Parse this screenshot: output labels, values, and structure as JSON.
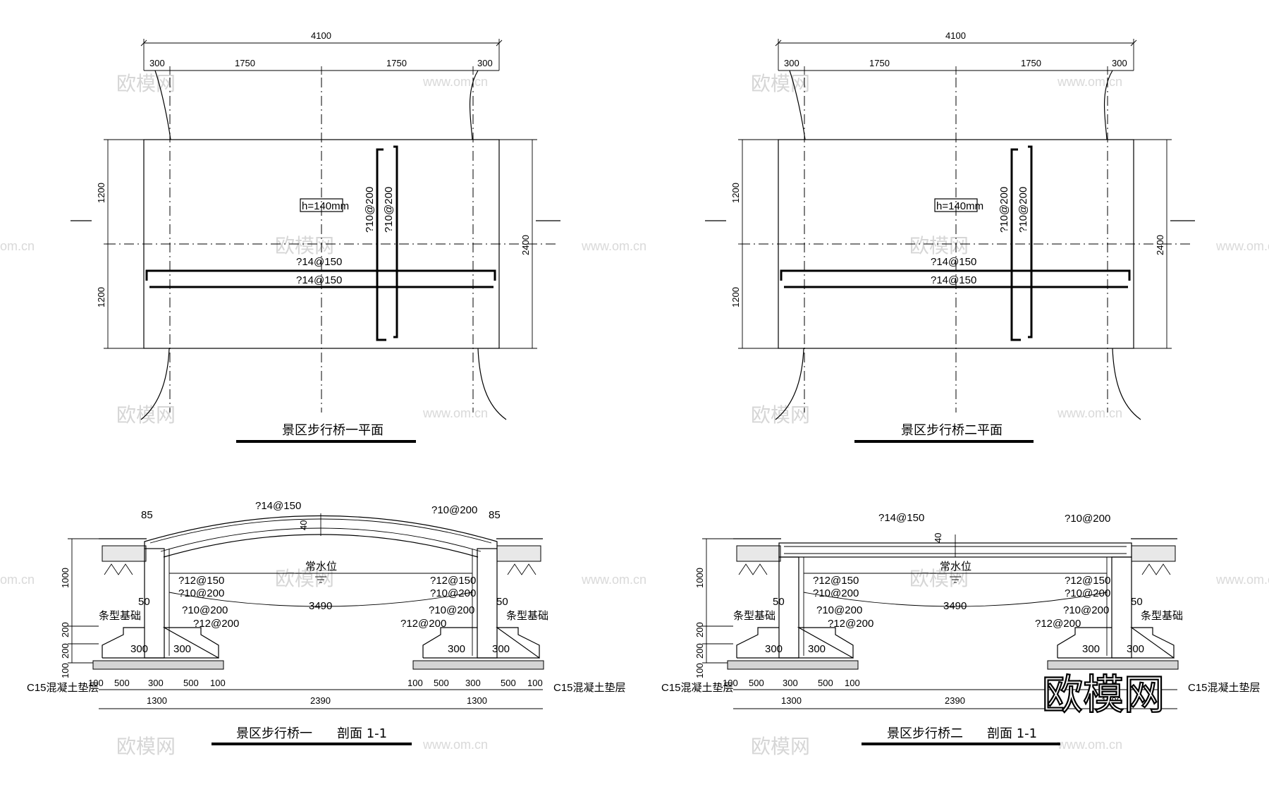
{
  "plan_dims": {
    "total": "4100",
    "edge_left": "300",
    "span_left": "1750",
    "span_right": "1750",
    "edge_right": "300",
    "half_top": "1200",
    "half_bottom": "1200",
    "width": "2400"
  },
  "plan_notes": {
    "thickness": "h=140mm",
    "bar_a": "?14@150",
    "bar_b": "?14@150",
    "bar_c": "?10@200",
    "bar_d": "?10@200"
  },
  "section": {
    "bar_top_main": "?14@150",
    "bar_top_dist": "?10@200",
    "cover_left": "85",
    "cover_right": "85",
    "thk": "40",
    "water_level": "常水位",
    "height": "1000",
    "clear_span": "3490",
    "wall_bar_1": "?12@150",
    "wall_bar_2": "?10@200",
    "wall_bar_3": "?10@200",
    "wall_bar_4": "?12@200",
    "chamfer": "50",
    "foundation": "条型基础",
    "wall_t": "300",
    "footing_h1": "200",
    "footing_h2": "200",
    "pad_h": "100",
    "pad": "C15混凝土垫层",
    "bot_a": "100",
    "bot_b": "500",
    "bot_c": "300",
    "bot_d": "500",
    "bot_e": "100",
    "bot_left_total": "1300",
    "bot_mid": "2390",
    "bot_right_total": "1300"
  },
  "titles": {
    "plan1": "景区步行桥一平面",
    "plan2": "景区步行桥二平面",
    "sec1_name": "景区步行桥一",
    "sec2_name": "景区步行桥二",
    "sec_tag": "剖面 1-1"
  },
  "watermark": {
    "brand": "欧模网",
    "url": "www.om.cn",
    "url_cut": "om.cn"
  }
}
